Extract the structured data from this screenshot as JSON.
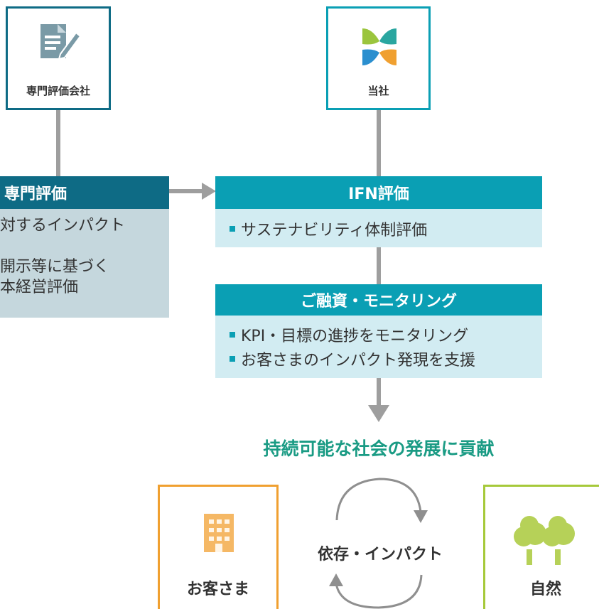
{
  "nodes": {
    "evaluator": {
      "label": "専門評価会社",
      "icon": "document-pen-icon"
    },
    "company": {
      "label": "当社",
      "icon": "logo-icon"
    },
    "customer": {
      "label": "お客さま",
      "icon": "building-icon"
    },
    "nature": {
      "label": "自然",
      "icon": "trees-icon"
    }
  },
  "expert_eval": {
    "title": "専門評価",
    "lines": [
      "対するインパクト",
      "開示等に基づく",
      "本経営評価"
    ]
  },
  "ifn_eval": {
    "title": "IFN評価",
    "bullets": [
      "サステナビリティ体制評価"
    ]
  },
  "loan_monitoring": {
    "title": "ご融資・モニタリング",
    "bullets": [
      "KPI・目標の進捗をモニタリング",
      "お客さまのインパクト発現を支援"
    ]
  },
  "contribution": "持続可能な社会の発展に貢献",
  "cycle_label": "依存・インパクト",
  "colors": {
    "teal": "#0a9fb4",
    "dark_teal": "#0e6b85",
    "light_teal_bg": "#d2ecf2",
    "grey_bg": "#c5d7dd",
    "connector_grey": "#9e9e9e",
    "orange": "#f0a030",
    "green": "#a6c93a",
    "contribution_green": "#1a9b84"
  }
}
